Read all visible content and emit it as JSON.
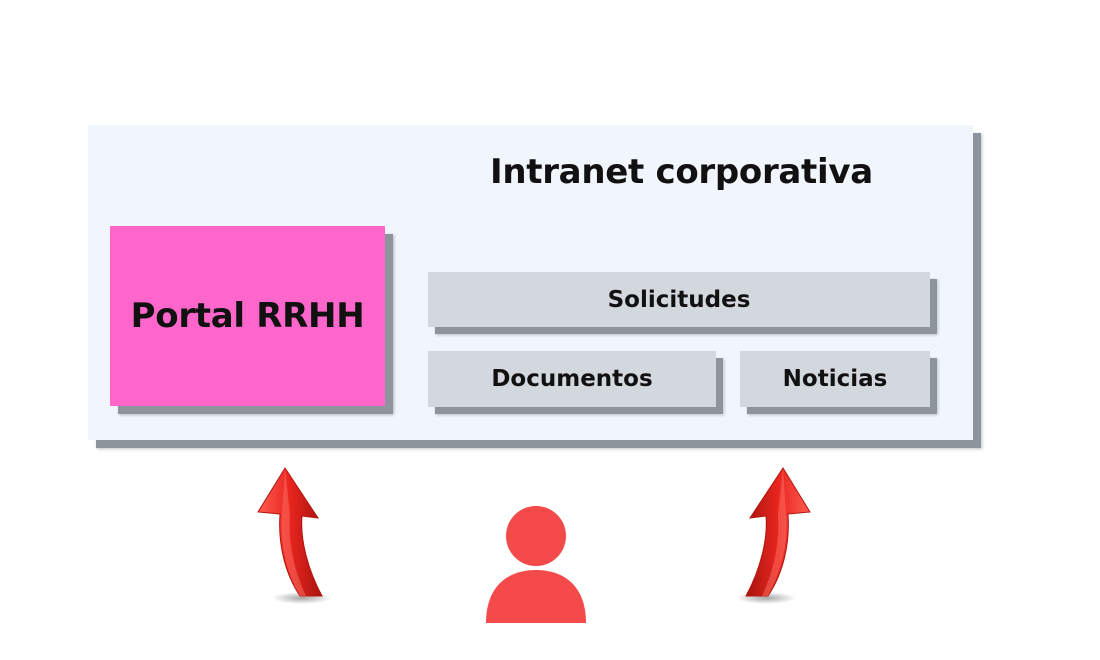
{
  "diagram": {
    "title": "Intranet corporativa",
    "portal": {
      "label": "Portal RRHH",
      "color": "#ff66cc"
    },
    "modules": [
      {
        "label": "Solicitudes"
      },
      {
        "label": "Documentos"
      },
      {
        "label": "Noticias"
      }
    ],
    "icons": {
      "left_arrow": "curved-up-arrow-icon",
      "right_arrow": "curved-up-arrow-icon",
      "user": "user-icon"
    },
    "colors": {
      "container_bg": "#f1f6fc",
      "module_bg": "#d3d8de",
      "shadow": "#8e949c",
      "accent_red": "#e8251e",
      "user_red": "#f44a49"
    }
  }
}
